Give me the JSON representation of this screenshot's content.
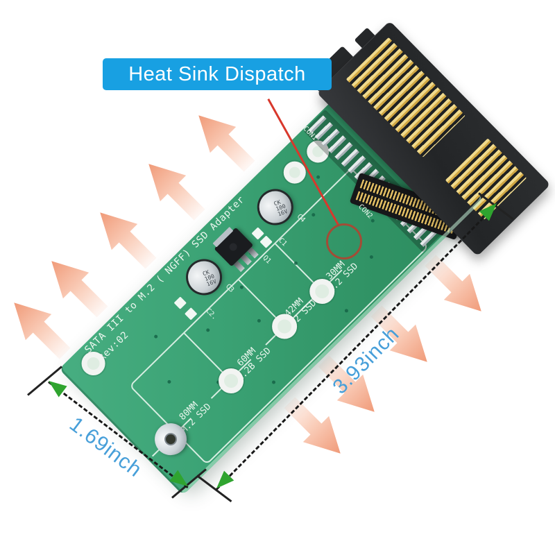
{
  "annotation": {
    "heat_label": "Heat Sink Dispatch"
  },
  "dimensions": {
    "width_label": "1.69inch",
    "length_label": "3.93inch"
  },
  "pcb": {
    "title": "SATA III to M.2 ( NGFF) SSD Adapter",
    "revision": "Rev:02",
    "connector1_label": "CON1",
    "connector2_label": "CON2",
    "ssd_lengths": [
      {
        "length": "30MM",
        "type": "M.2 SSD"
      },
      {
        "length": "42MM",
        "type": "M.2 SSD"
      },
      {
        "length": "60MM",
        "type": "M.2B SSD"
      },
      {
        "length": "80MM",
        "type": "M.2 SSD"
      }
    ],
    "component_refs": {
      "c1": "C1",
      "c2": "C2.",
      "c3": "C3",
      "c4": "C4",
      "q1": "Q1"
    },
    "capacitor_marking": {
      "line1": "CK",
      "line2": "100",
      "line3": "16V"
    }
  },
  "colors": {
    "pcb_green": "#3AA173",
    "label_blue": "#18A0E2",
    "dimension_text_blue": "#479FD9",
    "dimension_arrow_green": "#2FA42F",
    "heat_arrow_salmon": "#F09A78",
    "annotation_red": "#D8382C",
    "gold_pins": "#D0A743"
  }
}
